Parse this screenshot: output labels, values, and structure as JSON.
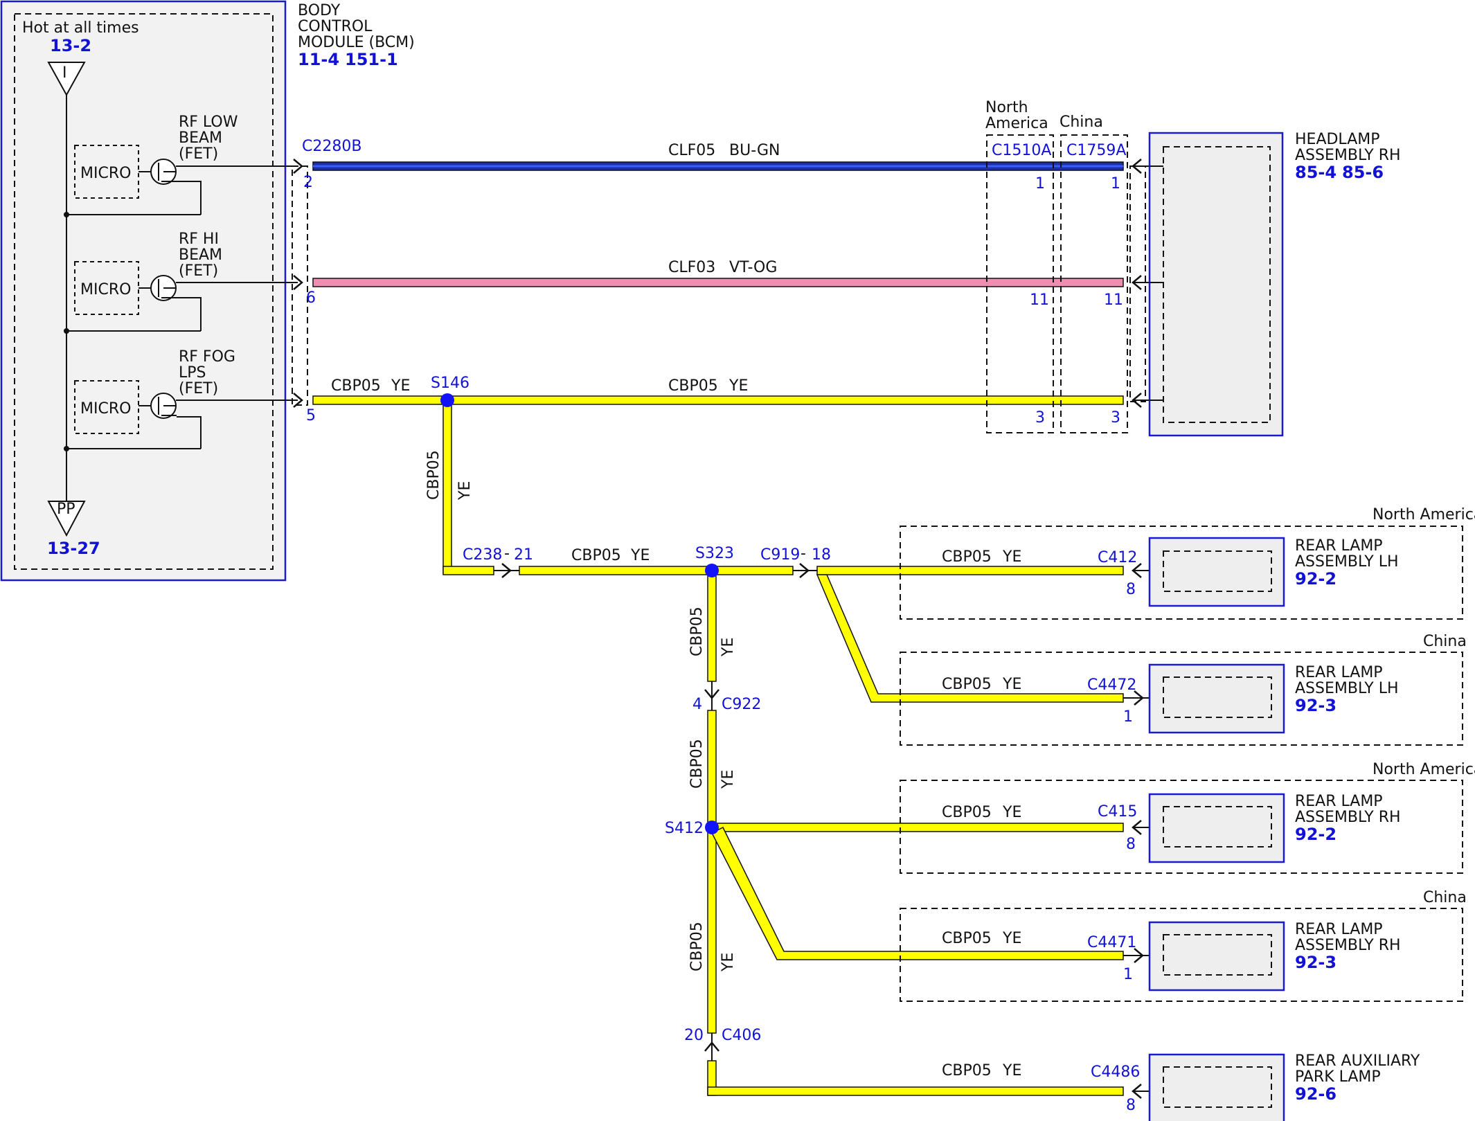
{
  "colors": {
    "blue_line": "#1a1ad0",
    "wire_blue": "#1b2fa6",
    "wire_pink": "#ee8fb2",
    "wire_yellow": "#ffff00",
    "box_fill": "#eeeeee",
    "splice": "#1212ff"
  },
  "bcm": {
    "hot_label": "Hot at all times",
    "hot_ref": "13-2",
    "top_symbol": "I",
    "bottom_symbol": "PP",
    "bottom_ref": "13-27",
    "title_line1": "BODY",
    "title_line2": "CONTROL",
    "title_line3": "MODULE (BCM)",
    "ref1": "11-4",
    "ref2": "151-1",
    "micro_label": "MICRO",
    "outputs": [
      {
        "line1": "RF LOW",
        "line2": "BEAM",
        "line3": "(FET)",
        "pin": "2"
      },
      {
        "line1": "RF HI",
        "line2": "BEAM",
        "line3": "(FET)",
        "pin": "6"
      },
      {
        "line1": "RF FOG",
        "line2": "LPS",
        "line3": "(FET)",
        "pin": "5"
      }
    ],
    "connector": "C2280B"
  },
  "wires": {
    "low_circuit": "CLF05",
    "low_color": "BU-GN",
    "hi_circuit": "CLF03",
    "hi_color": "VT-OG",
    "fog_circuit": "CBP05",
    "fog_color": "YE"
  },
  "regions": {
    "na_line1": "North",
    "na_line2": "America",
    "china": "China",
    "north_america": "North America"
  },
  "connectors": {
    "c1510a": "C1510A",
    "c1759a": "C1759A",
    "c1510a_pins": [
      "1",
      "11",
      "3"
    ],
    "c1759a_pins": [
      "1",
      "11",
      "3"
    ],
    "c238": "C238",
    "c238_pin": "21",
    "c919": "C919",
    "c919_pin": "18",
    "c922": "C922",
    "c922_pin": "4",
    "c406": "C406",
    "c406_pin": "20",
    "dash": "-"
  },
  "splices": {
    "s146": "S146",
    "s323": "S323",
    "s412": "S412"
  },
  "headlamp": {
    "line1": "HEADLAMP",
    "line2": "ASSEMBLY RH",
    "ref1": "85-4",
    "ref2": "85-6"
  },
  "loads": [
    {
      "region": "North America",
      "connector": "C412",
      "pin": "8",
      "line1": "REAR LAMP",
      "line2": "ASSEMBLY LH",
      "ref": "92-2"
    },
    {
      "region": "China",
      "connector": "C4472",
      "pin": "1",
      "line1": "REAR LAMP",
      "line2": "ASSEMBLY LH",
      "ref": "92-3"
    },
    {
      "region": "North America",
      "connector": "C415",
      "pin": "8",
      "line1": "REAR LAMP",
      "line2": "ASSEMBLY RH",
      "ref": "92-2"
    },
    {
      "region": "China",
      "connector": "C4471",
      "pin": "1",
      "line1": "REAR LAMP",
      "line2": "ASSEMBLY RH",
      "ref": "92-3"
    },
    {
      "region": "",
      "connector": "C4486",
      "pin": "8",
      "line1": "REAR AUXILIARY",
      "line2": "PARK LAMP",
      "ref": "92-6"
    }
  ]
}
